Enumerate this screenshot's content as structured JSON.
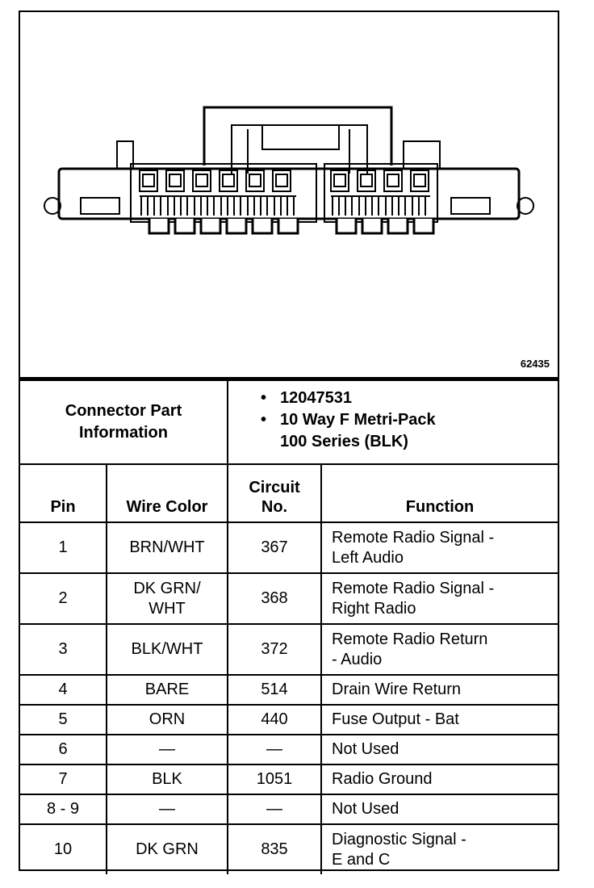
{
  "figure": {
    "number": "62435"
  },
  "connector_info": {
    "label_line1": "Connector Part",
    "label_line2": "Information",
    "part_number": "12047531",
    "description_line1": "10 Way F Metri-Pack",
    "description_line2": "100 Series (BLK)"
  },
  "headers": {
    "pin": "Pin",
    "wire_color": "Wire Color",
    "circuit_line1": "Circuit",
    "circuit_line2": "No.",
    "function": "Function"
  },
  "rows": [
    {
      "pin": "1",
      "wire1": "BRN/WHT",
      "wire2": "",
      "circuit": "367",
      "fn1": "Remote Radio Signal -",
      "fn2": "Left Audio"
    },
    {
      "pin": "2",
      "wire1": "DK GRN/",
      "wire2": "WHT",
      "circuit": "368",
      "fn1": "Remote Radio Signal -",
      "fn2": "Right Radio"
    },
    {
      "pin": "3",
      "wire1": "BLK/WHT",
      "wire2": "",
      "circuit": "372",
      "fn1": "Remote Radio Return",
      "fn2": "- Audio"
    },
    {
      "pin": "4",
      "wire1": "BARE",
      "wire2": "",
      "circuit": "514",
      "fn1": "Drain Wire Return",
      "fn2": ""
    },
    {
      "pin": "5",
      "wire1": "ORN",
      "wire2": "",
      "circuit": "440",
      "fn1": "Fuse Output - Bat",
      "fn2": ""
    },
    {
      "pin": "6",
      "wire1": "—",
      "wire2": "",
      "circuit": "—",
      "fn1": "Not Used",
      "fn2": ""
    },
    {
      "pin": "7",
      "wire1": "BLK",
      "wire2": "",
      "circuit": "1051",
      "fn1": "Radio Ground",
      "fn2": ""
    },
    {
      "pin": "8 - 9",
      "wire1": "—",
      "wire2": "",
      "circuit": "—",
      "fn1": "Not Used",
      "fn2": ""
    },
    {
      "pin": "10",
      "wire1": "DK GRN",
      "wire2": "",
      "circuit": "835",
      "fn1": "Diagnostic Signal -",
      "fn2": "E and C"
    }
  ]
}
